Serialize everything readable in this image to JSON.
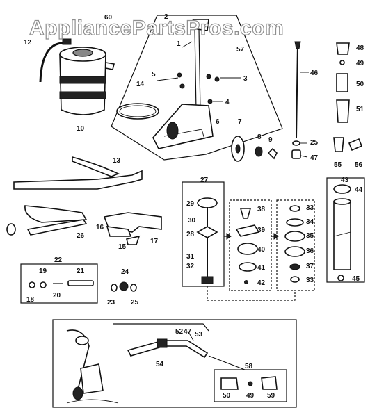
{
  "watermark": "AppliancePartsPros.com",
  "callouts": {
    "c1": "1",
    "c2": "2",
    "c3": "3",
    "c4": "4",
    "c5": "5",
    "c6": "6",
    "c7": "7",
    "c8": "8",
    "c9": "9",
    "c10": "10",
    "c12": "12",
    "c13": "13",
    "c14": "14",
    "c15": "15",
    "c16": "16",
    "c17": "17",
    "c18": "18",
    "c19": "19",
    "c20": "20",
    "c21": "21",
    "c22": "22",
    "c23": "23",
    "c24": "24",
    "c25a": "25",
    "c25b": "25",
    "c26": "26",
    "c27": "27",
    "c28": "28",
    "c29": "29",
    "c30": "30",
    "c31": "31",
    "c32": "32",
    "c33a": "33",
    "c33b": "33",
    "c34": "34",
    "c35": "35",
    "c36": "36",
    "c37": "37",
    "c38": "38",
    "c39": "39",
    "c40": "40",
    "c41": "41",
    "c42": "42",
    "c43": "43",
    "c44": "44",
    "c45": "45",
    "c46": "46",
    "c47a": "47",
    "c47b": "47",
    "c48": "48",
    "c49a": "49",
    "c49b": "49",
    "c50a": "50",
    "c50b": "50",
    "c51": "51",
    "c52": "52",
    "c53": "53",
    "c54": "54",
    "c55": "55",
    "c56": "56",
    "c57": "57",
    "c58": "58",
    "c59": "59",
    "c60": "60"
  }
}
